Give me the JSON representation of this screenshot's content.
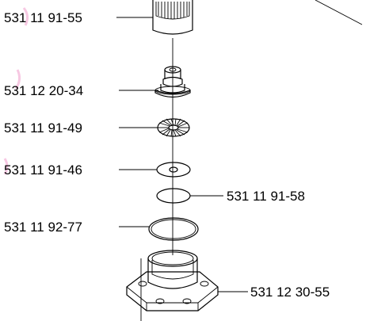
{
  "parts": [
    {
      "id": "needle-bearing",
      "number": "531 11 91-55"
    },
    {
      "id": "bushing",
      "number": "531 12 20-34"
    },
    {
      "id": "spring-washer",
      "number": "531 11 91-49"
    },
    {
      "id": "flat-washer",
      "number": "531 11 91-46"
    },
    {
      "id": "shim-disc",
      "number": "531 11 91-58"
    },
    {
      "id": "o-ring",
      "number": "531 11 92-77"
    },
    {
      "id": "bearing-housing",
      "number": "531 12 30-55"
    }
  ],
  "colors": {
    "line": "#000000",
    "watermark": "#f2a4d0"
  }
}
